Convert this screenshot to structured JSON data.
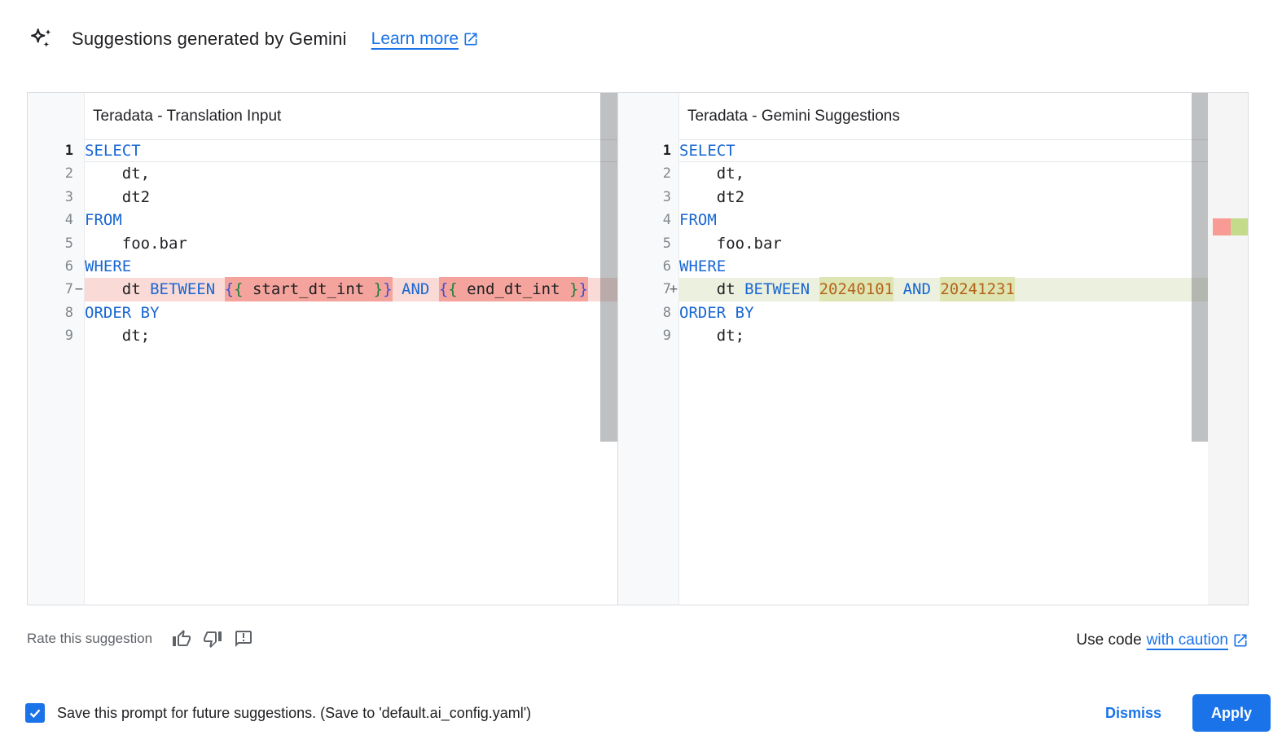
{
  "header": {
    "icon": "gemini-sparkle-icon",
    "title": "Suggestions generated by Gemini",
    "learn_more_label": "Learn more",
    "learn_more_icon": "external-link-icon"
  },
  "diff": {
    "left": {
      "title": "Teradata - Translation Input",
      "lines": [
        {
          "num": "1",
          "sign": "",
          "current": true,
          "segments": [
            {
              "c": "kw",
              "t": "SELECT"
            }
          ]
        },
        {
          "num": "2",
          "sign": "",
          "segments": [
            {
              "c": "pl",
              "t": "    dt,"
            }
          ]
        },
        {
          "num": "3",
          "sign": "",
          "segments": [
            {
              "c": "pl",
              "t": "    dt2"
            }
          ]
        },
        {
          "num": "4",
          "sign": "",
          "segments": [
            {
              "c": "kw",
              "t": "FROM"
            }
          ]
        },
        {
          "num": "5",
          "sign": "",
          "segments": [
            {
              "c": "pl",
              "t": "    foo.bar"
            }
          ]
        },
        {
          "num": "6",
          "sign": "",
          "segments": [
            {
              "c": "kw",
              "t": "WHERE"
            }
          ]
        },
        {
          "num": "7",
          "sign": "−",
          "diff": "removed",
          "segments": [
            {
              "c": "pl",
              "t": "    dt "
            },
            {
              "c": "kw",
              "t": "BETWEEN"
            },
            {
              "c": "pl",
              "t": " "
            },
            {
              "hl": true,
              "parts": [
                {
                  "c": "b1",
                  "t": "{"
                },
                {
                  "c": "b2",
                  "t": "{"
                },
                {
                  "c": "pl",
                  "t": " start_dt_int "
                },
                {
                  "c": "b2",
                  "t": "}"
                },
                {
                  "c": "b1",
                  "t": "}"
                }
              ]
            },
            {
              "c": "pl",
              "t": " "
            },
            {
              "c": "kw",
              "t": "AND"
            },
            {
              "c": "pl",
              "t": " "
            },
            {
              "hl": true,
              "parts": [
                {
                  "c": "b1",
                  "t": "{"
                },
                {
                  "c": "b2",
                  "t": "{"
                },
                {
                  "c": "pl",
                  "t": " end_dt_int "
                },
                {
                  "c": "b2",
                  "t": "}"
                },
                {
                  "c": "b1",
                  "t": "}"
                }
              ]
            }
          ]
        },
        {
          "num": "8",
          "sign": "",
          "segments": [
            {
              "c": "kw",
              "t": "ORDER BY"
            }
          ]
        },
        {
          "num": "9",
          "sign": "",
          "segments": [
            {
              "c": "pl",
              "t": "    dt;"
            }
          ]
        }
      ]
    },
    "right": {
      "title": "Teradata - Gemini Suggestions",
      "lines": [
        {
          "num": "1",
          "sign": "",
          "current": true,
          "segments": [
            {
              "c": "kw",
              "t": "SELECT"
            }
          ]
        },
        {
          "num": "2",
          "sign": "",
          "segments": [
            {
              "c": "pl",
              "t": "    dt,"
            }
          ]
        },
        {
          "num": "3",
          "sign": "",
          "segments": [
            {
              "c": "pl",
              "t": "    dt2"
            }
          ]
        },
        {
          "num": "4",
          "sign": "",
          "segments": [
            {
              "c": "kw",
              "t": "FROM"
            }
          ]
        },
        {
          "num": "5",
          "sign": "",
          "segments": [
            {
              "c": "pl",
              "t": "    foo.bar"
            }
          ]
        },
        {
          "num": "6",
          "sign": "",
          "segments": [
            {
              "c": "kw",
              "t": "WHERE"
            }
          ]
        },
        {
          "num": "7",
          "sign": "+",
          "diff": "added",
          "segments": [
            {
              "c": "pl",
              "t": "    dt "
            },
            {
              "c": "kw",
              "t": "BETWEEN"
            },
            {
              "c": "pl",
              "t": " "
            },
            {
              "hl": true,
              "parts": [
                {
                  "c": "num",
                  "t": "20240101"
                }
              ]
            },
            {
              "c": "pl",
              "t": " "
            },
            {
              "c": "kw",
              "t": "AND"
            },
            {
              "c": "pl",
              "t": " "
            },
            {
              "hl": true,
              "parts": [
                {
                  "c": "num",
                  "t": "20241231"
                }
              ]
            }
          ]
        },
        {
          "num": "8",
          "sign": "",
          "segments": [
            {
              "c": "kw",
              "t": "ORDER BY"
            }
          ]
        },
        {
          "num": "9",
          "sign": "",
          "segments": [
            {
              "c": "pl",
              "t": "    dt;"
            }
          ]
        }
      ]
    }
  },
  "footer": {
    "rate_label": "Rate this suggestion",
    "rate_icons": [
      "thumb-up-icon",
      "thumb-down-icon",
      "feedback-icon"
    ],
    "use_code_prefix": "Use code",
    "use_code_link": "with caution",
    "use_code_icon": "external-link-icon"
  },
  "actions": {
    "save_checkbox_checked": true,
    "save_label": "Save this prompt for future suggestions. (Save to 'default.ai_config.yaml')",
    "dismiss_label": "Dismiss",
    "apply_label": "Apply"
  },
  "colors": {
    "link_blue": "#1a73e8",
    "keyword": "#1967d2",
    "number_literal": "#b5621b",
    "brace_outer": "#3d4fd6",
    "brace_inner": "#188038",
    "removed_line_bg": "#fadad6",
    "removed_word_bg": "#f4a49c",
    "added_line_bg": "#ecf0de",
    "added_word_bg": "#dee5b2",
    "gutter_bg": "#f8f9fa",
    "panel_border": "#dadce0",
    "icon_gray": "#5f6368",
    "ruler_marker_red": "#f89b94",
    "ruler_marker_green": "#c4db8b"
  }
}
